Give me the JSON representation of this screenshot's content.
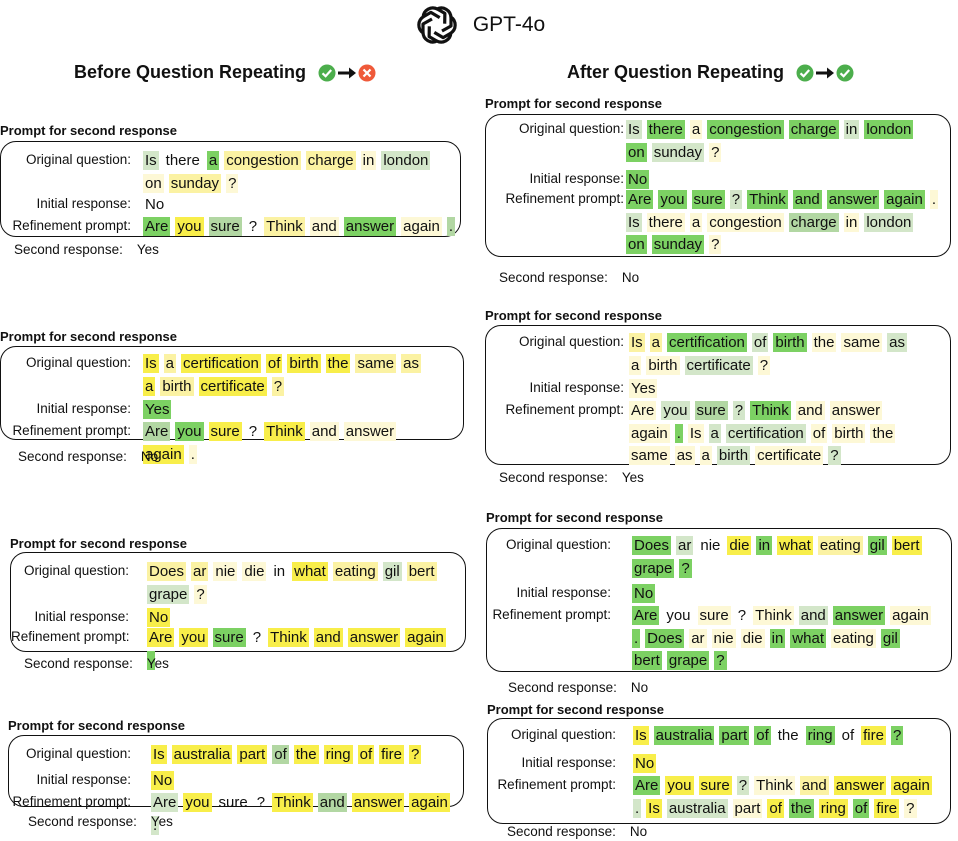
{
  "header": {
    "model_name": "GPT-4o",
    "logo_icon": "openai-logo-icon"
  },
  "columns": [
    {
      "title": "Before Question Repeating",
      "marks": [
        "check-icon",
        "arrow-right-icon",
        "cross-icon"
      ]
    },
    {
      "title": "After Question Repeating",
      "marks": [
        "check-icon",
        "arrow-right-icon",
        "check-icon"
      ]
    }
  ],
  "labels": {
    "prompt_title": "Prompt for second response",
    "original_question": "Original question:",
    "initial_response": "Initial response:",
    "refinement_prompt": "Refinement prompt:",
    "second_response": "Second response:"
  },
  "colors": {
    "check": "#4cae4c",
    "cross": "#ef5a3a",
    "yellow": "#f7f000",
    "green": "#4ec536"
  },
  "examples": [
    {
      "before": {
        "question": [
          [
            "Is",
            "g1"
          ],
          [
            "there",
            "h0"
          ],
          [
            "a",
            "g3"
          ],
          [
            "congestion",
            "h2"
          ],
          [
            "charge",
            "h2"
          ],
          [
            "in",
            "h1"
          ],
          [
            "london",
            "g1"
          ],
          [
            "on",
            "h1"
          ],
          [
            "sunday",
            "h2"
          ],
          [
            "?",
            "h1"
          ]
        ],
        "initial": [
          [
            "No",
            "h0"
          ]
        ],
        "refine": [
          [
            "Are",
            "g3"
          ],
          [
            "you",
            "h3"
          ],
          [
            "sure",
            "g2"
          ],
          [
            "?",
            "h0"
          ],
          [
            "Think",
            "h2"
          ],
          [
            "and",
            "h1"
          ],
          [
            "answer",
            "g3"
          ],
          [
            "again",
            "h1"
          ],
          [
            ".",
            "g2"
          ]
        ],
        "second": "Yes"
      },
      "after": {
        "question": [
          [
            "Is",
            "g1"
          ],
          [
            "there",
            "g3"
          ],
          [
            "a",
            "h1"
          ],
          [
            "congestion",
            "g3"
          ],
          [
            "charge",
            "g3"
          ],
          [
            "in",
            "g1"
          ],
          [
            "london",
            "g3"
          ],
          [
            "on",
            "g3"
          ],
          [
            "sunday",
            "g1"
          ],
          [
            "?",
            "h1"
          ]
        ],
        "initial": [
          [
            "No",
            "g3"
          ]
        ],
        "refine": [
          [
            "Are",
            "g3"
          ],
          [
            "you",
            "g3"
          ],
          [
            "sure",
            "g3"
          ],
          [
            "?",
            "g1"
          ],
          [
            "Think",
            "g3"
          ],
          [
            "and",
            "g3"
          ],
          [
            "answer",
            "g3"
          ],
          [
            "again",
            "g3"
          ],
          [
            ".",
            "h1"
          ],
          [
            "Is",
            "g1"
          ],
          [
            "there",
            "h1"
          ],
          [
            "a",
            "h1"
          ],
          [
            "congestion",
            "h1"
          ],
          [
            "charge",
            "g2"
          ],
          [
            "in",
            "h1"
          ],
          [
            "london",
            "g1"
          ],
          [
            "on",
            "g3"
          ],
          [
            "sunday",
            "g3"
          ],
          [
            "?",
            "h1"
          ]
        ],
        "second": "No"
      }
    },
    {
      "before": {
        "question": [
          [
            "Is",
            "h3"
          ],
          [
            "a",
            "h2"
          ],
          [
            "certification",
            "h3"
          ],
          [
            "of",
            "h3"
          ],
          [
            "birth",
            "h3"
          ],
          [
            "the",
            "h3"
          ],
          [
            "same",
            "h2"
          ],
          [
            "as",
            "h2"
          ],
          [
            "a",
            "h3"
          ],
          [
            "birth",
            "h2"
          ],
          [
            "certificate",
            "h3"
          ],
          [
            "?",
            "h2"
          ]
        ],
        "initial": [
          [
            "Yes",
            "g3"
          ]
        ],
        "refine": [
          [
            "Are",
            "g2"
          ],
          [
            "you",
            "g3"
          ],
          [
            "sure",
            "h3"
          ],
          [
            "?",
            "h0"
          ],
          [
            "Think",
            "h3"
          ],
          [
            "and",
            "h1"
          ],
          [
            "answer",
            "h1"
          ],
          [
            "again",
            "h3"
          ],
          [
            ".",
            "h1"
          ]
        ],
        "second": "No"
      },
      "after": {
        "question": [
          [
            "Is",
            "h2"
          ],
          [
            "a",
            "h2"
          ],
          [
            "certification",
            "g3"
          ],
          [
            "of",
            "g1"
          ],
          [
            "birth",
            "g3"
          ],
          [
            "the",
            "h1"
          ],
          [
            "same",
            "h1"
          ],
          [
            "as",
            "g1"
          ],
          [
            "a",
            "h1"
          ],
          [
            "birth",
            "h1"
          ],
          [
            "certificate",
            "g1"
          ],
          [
            "?",
            "h1"
          ]
        ],
        "initial": [
          [
            "Yes",
            "h1"
          ]
        ],
        "refine": [
          [
            "Are",
            "h1"
          ],
          [
            "you",
            "g1"
          ],
          [
            "sure",
            "g2"
          ],
          [
            "?",
            "g1"
          ],
          [
            "Think",
            "g3"
          ],
          [
            "and",
            "h1"
          ],
          [
            "answer",
            "h1"
          ],
          [
            "again",
            "h1"
          ],
          [
            ".",
            "g3"
          ],
          [
            "Is",
            "h1"
          ],
          [
            "a",
            "g1"
          ],
          [
            "certification",
            "g1"
          ],
          [
            "of",
            "h1"
          ],
          [
            "birth",
            "h1"
          ],
          [
            "the",
            "h1"
          ],
          [
            "same",
            "h1"
          ],
          [
            "as",
            "h1"
          ],
          [
            "a",
            "h1"
          ],
          [
            "birth",
            "g1"
          ],
          [
            "certificate",
            "h1"
          ],
          [
            "?",
            "g1"
          ]
        ],
        "second": "Yes"
      }
    },
    {
      "before": {
        "question": [
          [
            "Does",
            "h2"
          ],
          [
            "ar",
            "h2"
          ],
          [
            "nie",
            "h1"
          ],
          [
            "die",
            "h1"
          ],
          [
            "in",
            "h0"
          ],
          [
            "what",
            "h3"
          ],
          [
            "eating",
            "h2"
          ],
          [
            "gil",
            "g1"
          ],
          [
            "bert",
            "h2"
          ],
          [
            "grape",
            "g1"
          ],
          [
            "?",
            "h1"
          ]
        ],
        "initial": [
          [
            "No",
            "h3"
          ]
        ],
        "refine": [
          [
            "Are",
            "h3"
          ],
          [
            "you",
            "h3"
          ],
          [
            "sure",
            "g3"
          ],
          [
            "?",
            "h0"
          ],
          [
            "Think",
            "h3"
          ],
          [
            "and",
            "h3"
          ],
          [
            "answer",
            "h3"
          ],
          [
            "again",
            "h3"
          ],
          [
            ".",
            "g3"
          ]
        ],
        "second": "Yes"
      },
      "after": {
        "question": [
          [
            "Does",
            "g3"
          ],
          [
            "ar",
            "g1"
          ],
          [
            "nie",
            "h0"
          ],
          [
            "die",
            "h3"
          ],
          [
            "in",
            "g3"
          ],
          [
            "what",
            "h3"
          ],
          [
            "eating",
            "h2"
          ],
          [
            "gil",
            "g3"
          ],
          [
            "bert",
            "h3"
          ],
          [
            "grape",
            "g3"
          ],
          [
            "?",
            "g3"
          ]
        ],
        "initial": [
          [
            "No",
            "g3"
          ]
        ],
        "refine": [
          [
            "Are",
            "g3"
          ],
          [
            "you",
            "h0"
          ],
          [
            "sure",
            "h1"
          ],
          [
            "?",
            "h0"
          ],
          [
            "Think",
            "h1"
          ],
          [
            "and",
            "g1"
          ],
          [
            "answer",
            "g3"
          ],
          [
            "again",
            "h1"
          ],
          [
            ".",
            "g3"
          ],
          [
            "Does",
            "g3"
          ],
          [
            "ar",
            "h1"
          ],
          [
            "nie",
            "h1"
          ],
          [
            "die",
            "h1"
          ],
          [
            "in",
            "g3"
          ],
          [
            "what",
            "g3"
          ],
          [
            "eating",
            "h1"
          ],
          [
            "gil",
            "g3"
          ],
          [
            "bert",
            "g3"
          ],
          [
            "grape",
            "g3"
          ],
          [
            "?",
            "g3"
          ]
        ],
        "second": "No"
      }
    },
    {
      "before": {
        "question": [
          [
            "Is",
            "h3"
          ],
          [
            "australia",
            "h3"
          ],
          [
            "part",
            "h3"
          ],
          [
            "of",
            "g2"
          ],
          [
            "the",
            "h3"
          ],
          [
            "ring",
            "h3"
          ],
          [
            "of",
            "h3"
          ],
          [
            "fire",
            "h3"
          ],
          [
            "?",
            "h3"
          ]
        ],
        "initial": [
          [
            "No",
            "h3"
          ]
        ],
        "refine": [
          [
            "Are",
            "g1"
          ],
          [
            "you",
            "h3"
          ],
          [
            "sure",
            "h0"
          ],
          [
            "?",
            "h0"
          ],
          [
            "Think",
            "h3"
          ],
          [
            "and",
            "g2"
          ],
          [
            "answer",
            "h3"
          ],
          [
            "again",
            "h3"
          ],
          [
            ".",
            "g1"
          ]
        ],
        "second": "Yes"
      },
      "after": {
        "question": [
          [
            "Is",
            "h3"
          ],
          [
            "australia",
            "g3"
          ],
          [
            "part",
            "g3"
          ],
          [
            "of",
            "g3"
          ],
          [
            "the",
            "h0"
          ],
          [
            "ring",
            "g3"
          ],
          [
            "of",
            "h0"
          ],
          [
            "fire",
            "h3"
          ],
          [
            "?",
            "g3"
          ]
        ],
        "initial": [
          [
            "No",
            "h3"
          ]
        ],
        "refine": [
          [
            "Are",
            "g3"
          ],
          [
            "you",
            "h3"
          ],
          [
            "sure",
            "h3"
          ],
          [
            "?",
            "g1"
          ],
          [
            "Think",
            "h1"
          ],
          [
            "and",
            "h2"
          ],
          [
            "answer",
            "h3"
          ],
          [
            "again",
            "h3"
          ],
          [
            ".",
            "g1"
          ],
          [
            "Is",
            "h3"
          ],
          [
            "australia",
            "g1"
          ],
          [
            "part",
            "h1"
          ],
          [
            "of",
            "h3"
          ],
          [
            "the",
            "g3"
          ],
          [
            "ring",
            "h3"
          ],
          [
            "of",
            "g3"
          ],
          [
            "fire",
            "h3"
          ],
          [
            "?",
            "h1"
          ]
        ],
        "second": "No"
      }
    }
  ]
}
